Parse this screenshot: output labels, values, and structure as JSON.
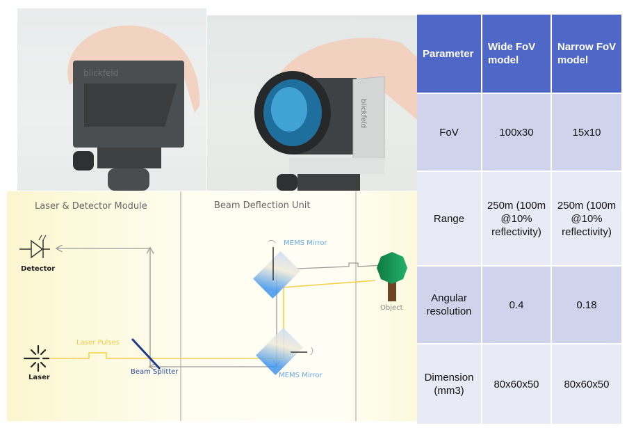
{
  "photos": {
    "left": {
      "description": "LiDAR sensor front view on tripod held by hand",
      "logo_text": "blickfeld"
    },
    "right": {
      "description": "LiDAR sensor with lens on tripod held by hand",
      "logo_text": "blickfeld"
    }
  },
  "diagram": {
    "sections": [
      {
        "title": "Laser & Detector Module"
      },
      {
        "title": "Beam Deflection Unit"
      }
    ],
    "labels": {
      "detector": "Detector",
      "laser": "Laser",
      "laser_pulses": "Laser Pulses",
      "beam_splitter": "Beam Splitter",
      "mems_mirror_top": "MEMS Mirror",
      "mems_mirror_bottom": "MEMS Mirror",
      "object": "Object"
    },
    "colors": {
      "laser_beam": "#f2d04a",
      "return_beam": "#9a9a9a",
      "beam_splitter": "#1c3a8c",
      "mirror_label": "#6aa8e6",
      "tree_canopy": "#1a9a5a",
      "tree_trunk": "#6b4526"
    }
  },
  "table": {
    "header": [
      "Parameter",
      "Wide FoV model",
      "Narrow FoV model"
    ],
    "rows": [
      {
        "param": "FoV",
        "wide": "100x30",
        "narrow": "15x10"
      },
      {
        "param": "Range",
        "wide": "250m (100m @10% reflectivity)",
        "narrow": "250m (100m @10% reflectivity)"
      },
      {
        "param": "Angular resolution",
        "wide": "0.4",
        "narrow": "0.18"
      },
      {
        "param": "Dimension (mm3)",
        "wide": "80x60x50",
        "narrow": "80x60x50"
      }
    ],
    "colors": {
      "header": "#4f67c6",
      "row_dark": "#cfd3ec",
      "row_light": "#e8eaf5"
    }
  }
}
